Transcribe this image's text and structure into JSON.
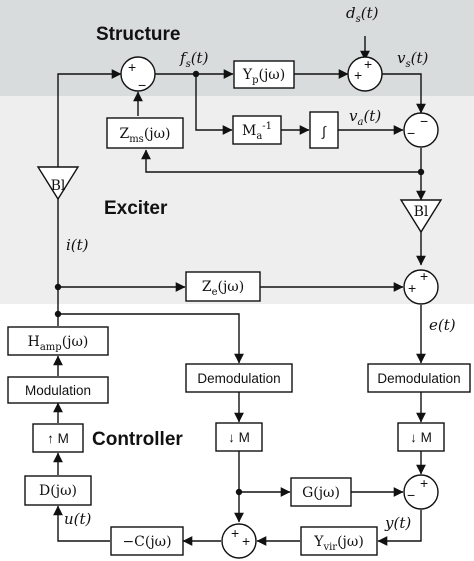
{
  "sections": {
    "structure": "Structure",
    "exciter": "Exciter",
    "controller": "Controller"
  },
  "colors": {
    "structure_band": "#d9dcdc",
    "exciter_band": "#eeeeee",
    "line": "#111111"
  },
  "blocks": {
    "yp": "Y_p(jω)",
    "zms": "Z_ms(jω)",
    "ma_inv": "M_a^{-1}",
    "integrator": "∫",
    "bl_left": "Bl",
    "bl_right": "Bl",
    "ze": "Z_e(jω)",
    "hamp": "H_amp(jω)",
    "modulation": "Modulation",
    "upsample": "↑ M",
    "d": "D(jω)",
    "demod_mid": "Demodulation",
    "downsample_mid": "↓ M",
    "demod_right": "Demodulation",
    "downsample_right": "↓ M",
    "g": "G(jω)",
    "c": "−C(jω)",
    "yvir": "Y_vir(jω)"
  },
  "signals": {
    "ds": "d_s(t)",
    "fs": "f_s(t)",
    "vs": "v_s(t)",
    "va": "v_a(t)",
    "i": "i(t)",
    "e": "e(t)",
    "y": "y(t)",
    "u": "u(t)"
  }
}
